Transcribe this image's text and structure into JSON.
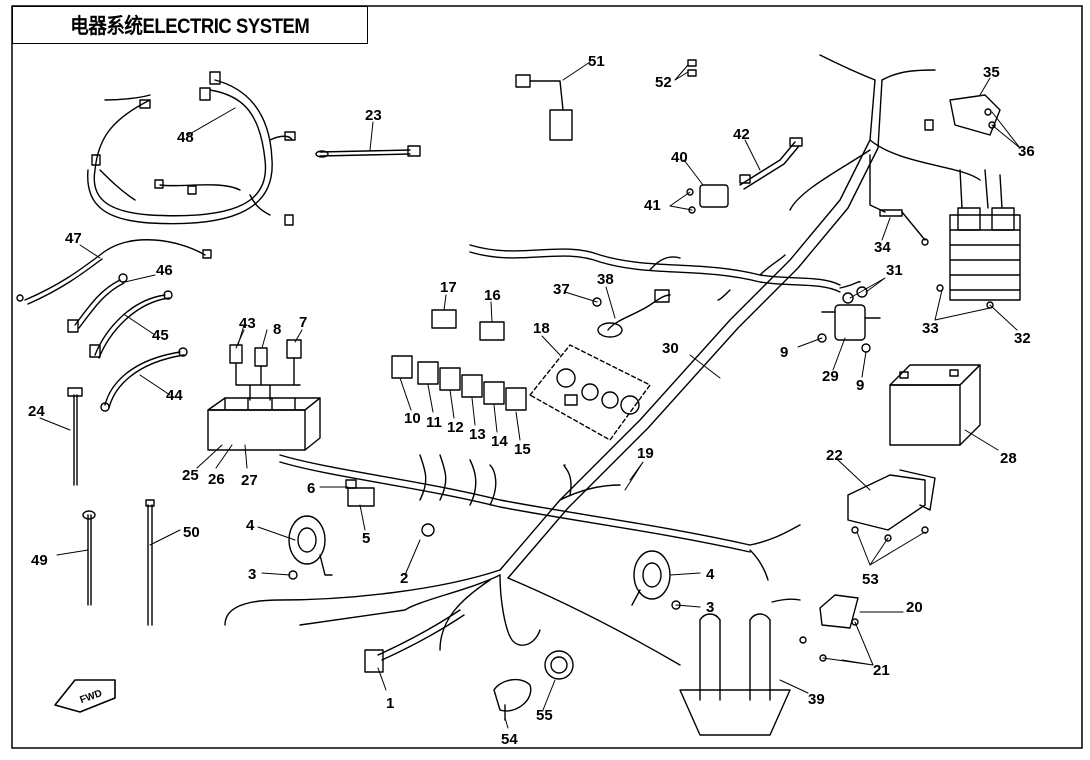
{
  "title": "电器系统ELECTRIC SYSTEM",
  "direction_marker": "FWD",
  "callouts": [
    "1",
    "2",
    "3",
    "3",
    "4",
    "4",
    "5",
    "6",
    "7",
    "8",
    "9",
    "9",
    "10",
    "11",
    "12",
    "13",
    "14",
    "15",
    "16",
    "17",
    "18",
    "19",
    "20",
    "21",
    "22",
    "23",
    "24",
    "25",
    "26",
    "27",
    "28",
    "29",
    "30",
    "31",
    "32",
    "33",
    "34",
    "35",
    "36",
    "37",
    "38",
    "39",
    "40",
    "41",
    "42",
    "43",
    "44",
    "45",
    "46",
    "47",
    "48",
    "49",
    "50",
    "51",
    "52",
    "53",
    "54",
    "55"
  ]
}
